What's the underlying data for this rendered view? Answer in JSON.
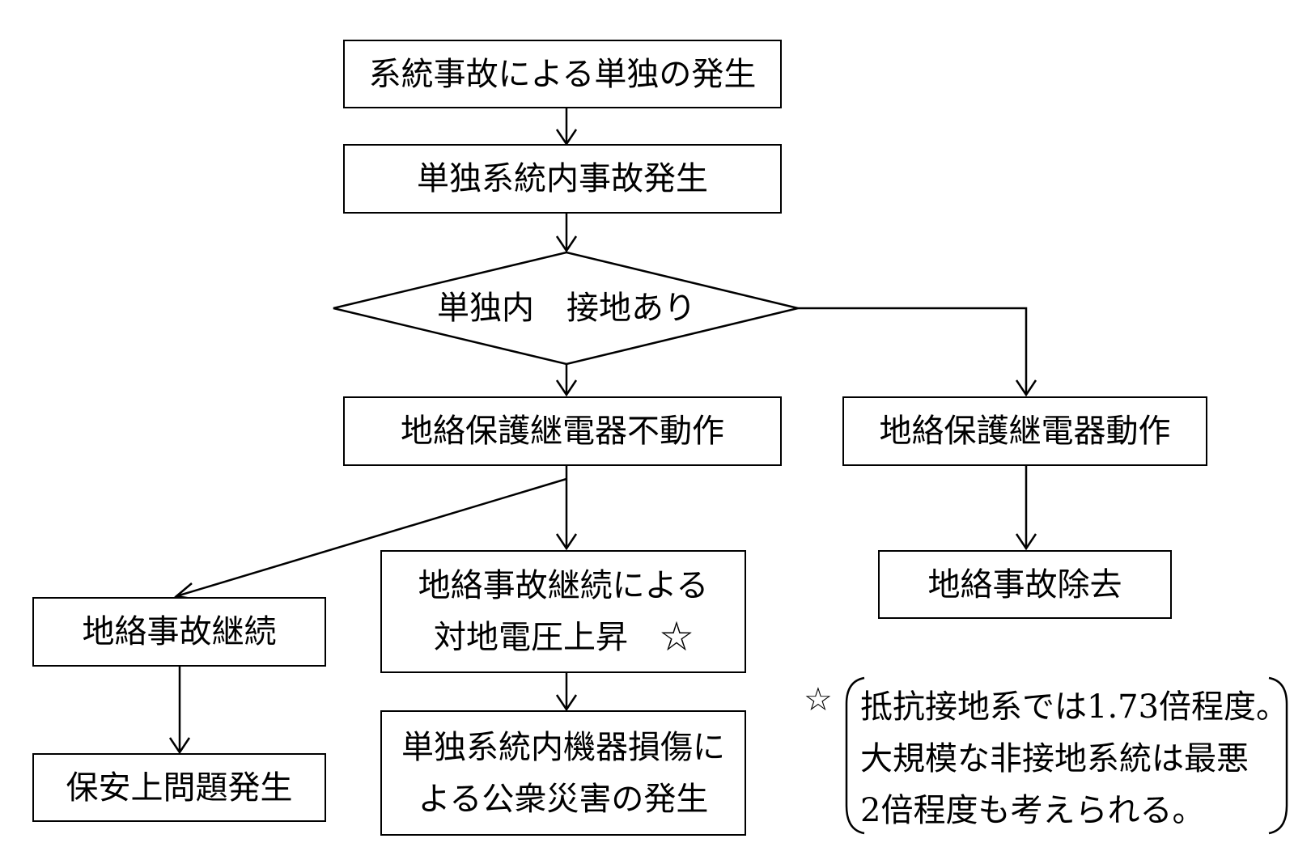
{
  "nodes": {
    "n1": "系統事故による単独の発生",
    "n2": "単独系統内事故発生",
    "decision": "単独内　接地あり",
    "n3": "地絡保護継電器不動作",
    "n4": "地絡保護継電器動作",
    "n5": [
      "地絡事故継続による",
      "対地電圧上昇　☆"
    ],
    "n6": "地絡事故継続",
    "n7": "地絡事故除去",
    "n8": "保安上問題発生",
    "n9": [
      "単独系統内機器損傷に",
      "よる公衆災害の発生"
    ]
  },
  "note": {
    "marker": "☆",
    "lines": [
      "抵抗接地系では1.73倍程度。",
      "大規模な非接地系統は最悪",
      "2倍程度も考えられる。"
    ]
  }
}
